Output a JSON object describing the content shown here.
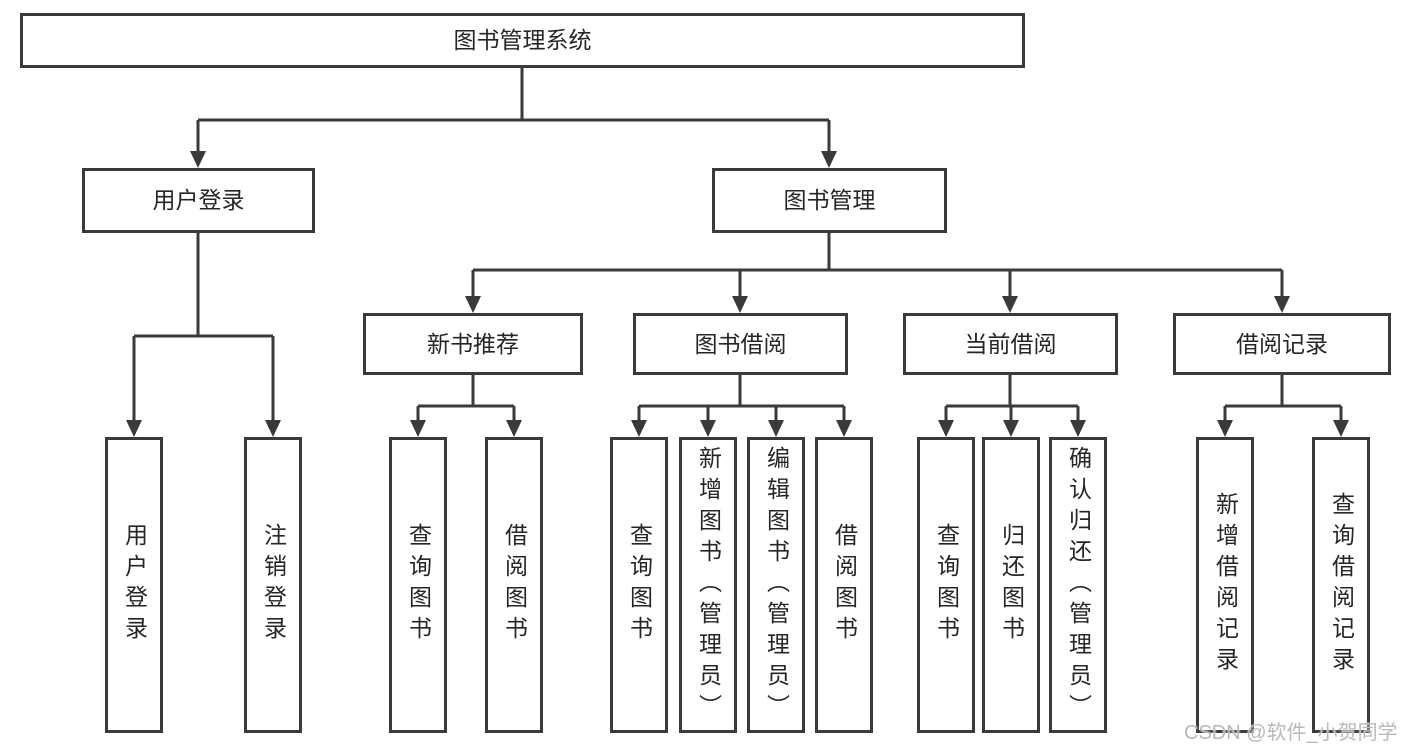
{
  "tree": {
    "label": "图书管理系统",
    "children": [
      {
        "label": "用户登录",
        "children": [
          {
            "label": "用户登录"
          },
          {
            "label": "注销登录"
          }
        ]
      },
      {
        "label": "图书管理",
        "children": [
          {
            "label": "新书推荐",
            "children": [
              {
                "label": "查询图书"
              },
              {
                "label": "借阅图书"
              }
            ]
          },
          {
            "label": "图书借阅",
            "children": [
              {
                "label": "查询图书"
              },
              {
                "label": "新增图书（管理员）"
              },
              {
                "label": "编辑图书（管理员）"
              },
              {
                "label": "借阅图书"
              }
            ]
          },
          {
            "label": "当前借阅",
            "children": [
              {
                "label": "查询图书"
              },
              {
                "label": "归还图书"
              },
              {
                "label": "确认归还（管理员）"
              }
            ]
          },
          {
            "label": "借阅记录",
            "children": [
              {
                "label": "新增借阅记录"
              },
              {
                "label": "查询借阅记录"
              }
            ]
          }
        ]
      }
    ]
  },
  "watermark": {
    "text": "CSDN @软件_小贺同学"
  },
  "colors": {
    "line": "#3a3a3a",
    "text": "#262626",
    "watermark": "#b9b9b9",
    "bg": "#ffffff"
  }
}
